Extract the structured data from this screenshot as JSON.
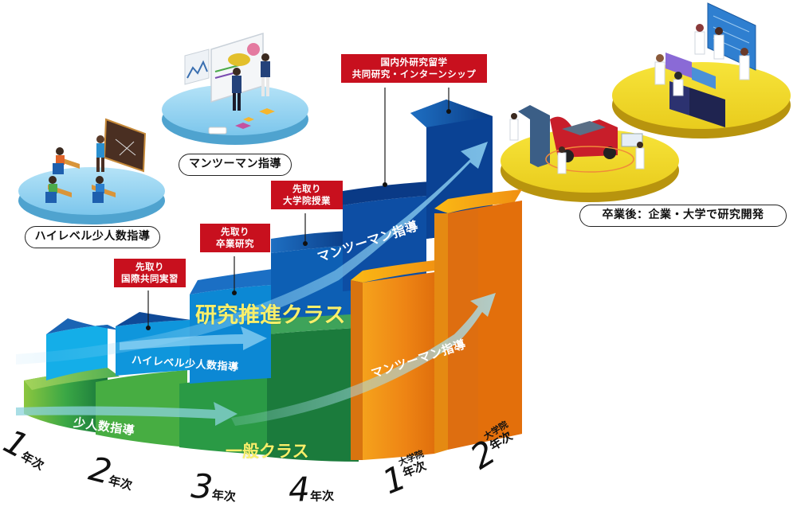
{
  "diagram": {
    "tracks": {
      "research_class": {
        "title": "研究推進クラス",
        "color": "#f9ef6a",
        "stages": [
          {
            "label": "ハイレベル少人数指導"
          },
          {
            "label": "マンツーマン指導"
          }
        ]
      },
      "general_class": {
        "title": "一般クラス",
        "color": "#f9ef6a",
        "stages": [
          {
            "label": "少人数指導"
          },
          {
            "label": "マンツーマン指導"
          }
        ]
      }
    },
    "milestones": [
      {
        "line1": "先取り",
        "line2": "国際共同実習"
      },
      {
        "line1": "先取り",
        "line2": "卒業研究"
      },
      {
        "line1": "先取り",
        "line2": "大学院授業"
      },
      {
        "line1": "国内外研究留学",
        "line2": "共同研究・インターンシップ"
      }
    ],
    "platforms": [
      {
        "label": "ハイレベル少人数指導",
        "scene": "classroom-illustration"
      },
      {
        "label": "マンツーマン指導",
        "scene": "mentoring-illustration"
      },
      {
        "label": "卒業後：企業・大学で研究開発",
        "scene": "research-lab-illustration"
      }
    ],
    "years": [
      {
        "num": "1",
        "suffix": "年次"
      },
      {
        "num": "2",
        "suffix": "年次"
      },
      {
        "num": "3",
        "suffix": "年次"
      },
      {
        "num": "4",
        "suffix": "年次"
      },
      {
        "num": "1",
        "prefix": "大学院",
        "suffix": "年次"
      },
      {
        "num": "2",
        "prefix": "大学院",
        "suffix": "年次"
      }
    ],
    "colors": {
      "tag_red": "#c8101e",
      "blue_dark": "#0b4fa0",
      "blue_light": "#1aa3e0",
      "green": "#2e9a3f",
      "green_light": "#7cc242",
      "orange": "#f08a12",
      "platform_blue": "#8dd0f0",
      "platform_yellow": "#f2d82a"
    }
  }
}
